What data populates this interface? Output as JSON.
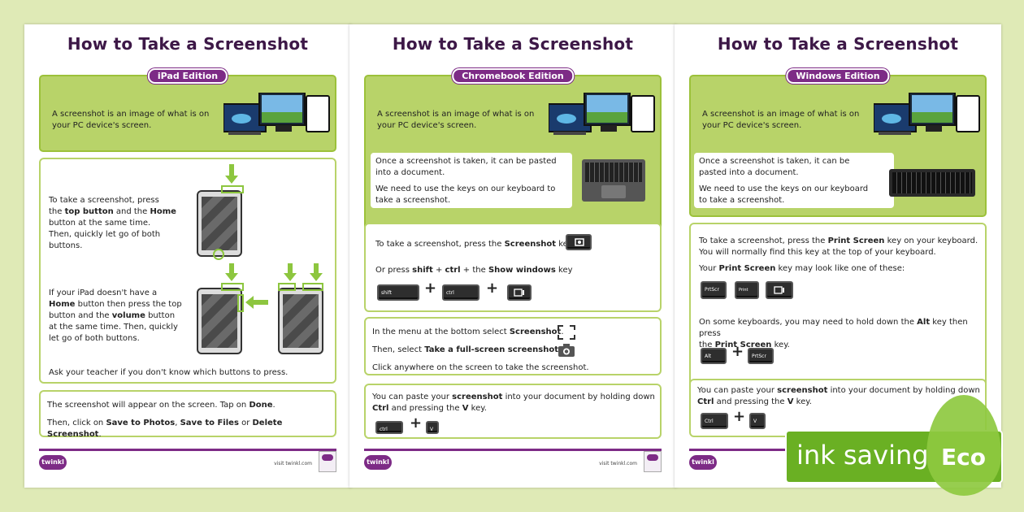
{
  "sheets": [
    {
      "title": "How to Take a Screenshot",
      "edition": "iPad Edition",
      "intro": "A screenshot is an image of what is on your PC device's screen.",
      "step1": [
        "To take a screenshot, press",
        "the ",
        "top button",
        " and the ",
        "Home",
        "button at the same time.",
        "Then, quickly let go of both",
        "buttons."
      ],
      "step2": [
        "If your iPad doesn't have a",
        "Home",
        " button then press the top",
        "button and the ",
        "volume",
        " button",
        "at the same time. Then, quickly",
        "let go of both buttons."
      ],
      "ask": "Ask your teacher if you don't know which buttons to press.",
      "appear": [
        "The screenshot will appear on the screen. Tap on ",
        "Done",
        "."
      ],
      "save": [
        "Then, click on ",
        "Save to Photos",
        ", ",
        "Save to Files",
        " or ",
        "Delete Screenshot",
        "."
      ],
      "logo": "twinkl",
      "url": "visit twinkl.com"
    },
    {
      "title": "How to Take a Screenshot",
      "edition": "Chromebook Edition",
      "intro": "A screenshot is an image of what is on your PC device's screen.",
      "paste1": "Once a screenshot is taken, it can be pasted into a document.",
      "keys_need": "We need to use the keys on our keyboard to take a screenshot.",
      "press": [
        "To take a screenshot, press the ",
        "Screenshot",
        " key."
      ],
      "or_press": [
        "Or press ",
        "shift",
        " + ",
        "ctrl",
        " + the ",
        "Show windows",
        " key"
      ],
      "key_shift": "shift",
      "key_ctrl": "ctrl",
      "menu": [
        "In the menu at the bottom select ",
        "Screenshot",
        "."
      ],
      "select": [
        "Then, select ",
        "Take a full-screen screenshot",
        "."
      ],
      "click": "Click anywhere on the screen to take the screenshot.",
      "paste2": [
        "You can paste your ",
        "screenshot",
        " into your document by holding down",
        "Ctrl",
        " and pressing the ",
        "V",
        " key."
      ],
      "key_ctrl2": "ctrl",
      "key_v": "V",
      "logo": "twinkl",
      "url": "visit twinkl.com"
    },
    {
      "title": "How to Take a Screenshot",
      "edition": "Windows Edition",
      "intro": "A screenshot is an image of what is on your PC device's screen.",
      "paste1": "Once a screenshot is taken, it can be pasted into a document.",
      "keys_need": "We need to use the keys on our keyboard to take a screenshot.",
      "press": [
        "To take a screenshot, press the ",
        "Print Screen",
        " key on your keyboard."
      ],
      "find": "You will normally find this key at the top of your keyboard.",
      "look": [
        "Your ",
        "Print Screen",
        " key may look like one of these:"
      ],
      "key_prtscr": "PrtScr",
      "key_prtscr2": "Print Screen",
      "alt_line": [
        "On some keyboards, you may need to hold down the ",
        "Alt",
        " key then press"
      ],
      "alt_line2": [
        "the ",
        "Print Screen",
        " key."
      ],
      "key_alt": "Alt",
      "paste2": [
        "You can paste your ",
        "screenshot",
        " into your document by holding down",
        "Ctrl",
        " and pressing the ",
        "V",
        " key."
      ],
      "key_ctrl": "Ctrl",
      "key_v": "V",
      "logo": "twinkl"
    }
  ],
  "eco": {
    "label": "ink saving",
    "word": "Eco"
  }
}
